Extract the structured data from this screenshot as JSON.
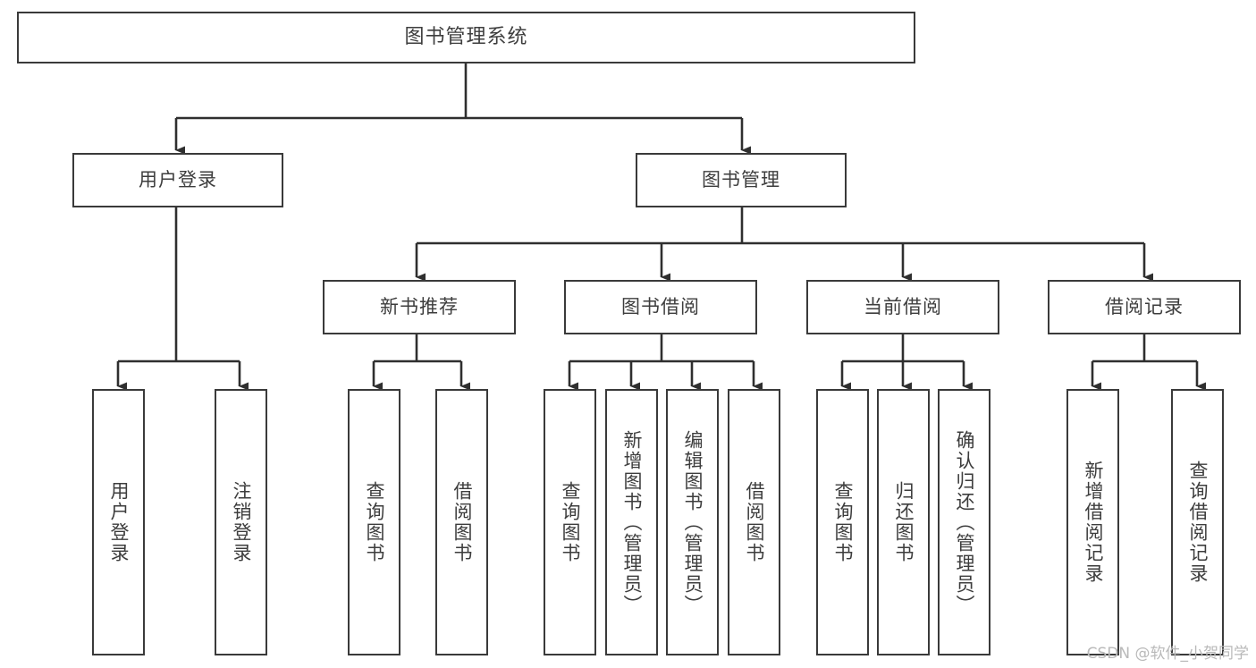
{
  "diagram": {
    "title": "图书管理系统",
    "type": "tree-hierarchy",
    "colors": {
      "box_border": "#3a3a3a",
      "box_fill": "#ffffff",
      "connector": "#2f2f2f",
      "text": "#3d3d3d",
      "watermark": "#b9b9b9"
    },
    "root": {
      "label": "图书管理系统"
    },
    "level2": [
      {
        "label": "用户登录"
      },
      {
        "label": "图书管理"
      }
    ],
    "level3": [
      {
        "label": "新书推荐"
      },
      {
        "label": "图书借阅"
      },
      {
        "label": "当前借阅"
      },
      {
        "label": "借阅记录"
      }
    ],
    "leaves": {
      "user_login": [
        {
          "label": "用户登录"
        },
        {
          "label": "注销登录"
        }
      ],
      "new_book_recommend": [
        {
          "label": "查询图书"
        },
        {
          "label": "借阅图书"
        }
      ],
      "book_borrow": [
        {
          "label": "查询图书"
        },
        {
          "label": "新增图书（管理员）"
        },
        {
          "label": "编辑图书（管理员）"
        },
        {
          "label": "借阅图书"
        }
      ],
      "current_borrow": [
        {
          "label": "查询图书"
        },
        {
          "label": "归还图书"
        },
        {
          "label": "确认归还（管理员）"
        }
      ],
      "borrow_record": [
        {
          "label": "新增借阅记录"
        },
        {
          "label": "查询借阅记录"
        }
      ]
    }
  },
  "watermark": {
    "text": "CSDN @软件_小贺同学"
  }
}
